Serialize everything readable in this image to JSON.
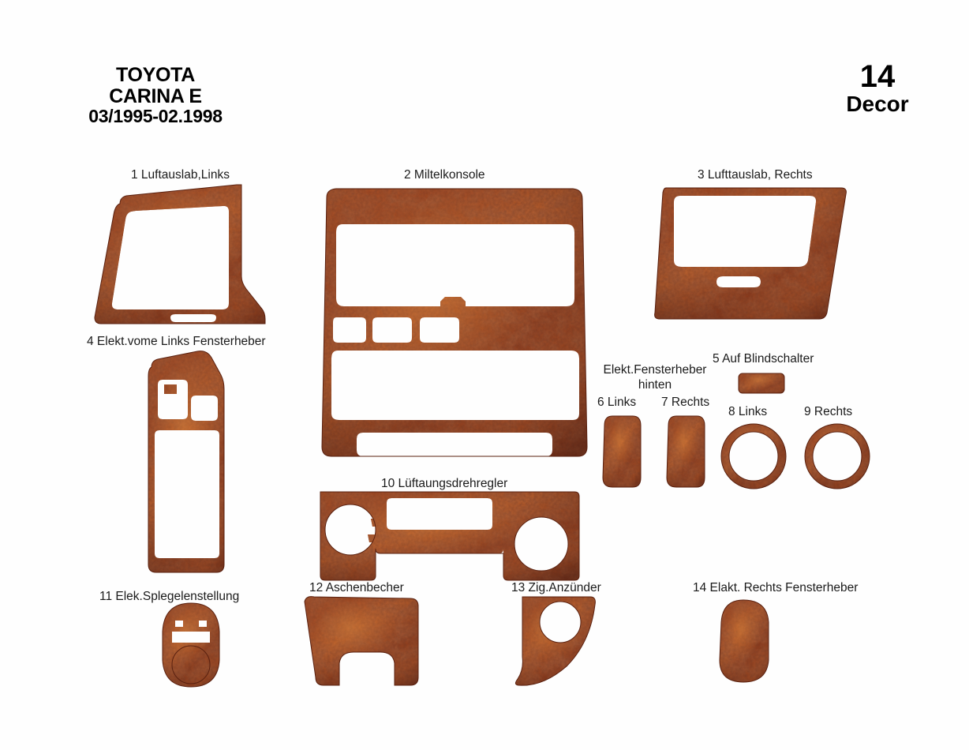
{
  "header": {
    "brand": "TOYOTA",
    "model": "CARINA E",
    "period": "03/1995-02.1998",
    "kit_count": "14",
    "kit_word": "Decor"
  },
  "colors": {
    "wood_dark": "#4e1a0e",
    "wood_mid": "#a8421c",
    "wood_light": "#d4702a",
    "wood_highlight": "#e08a3c",
    "outline": "#5a2110",
    "text": "#1a1a1a",
    "background": "#ffffff"
  },
  "group_labels": [
    {
      "id": "rear-window-group",
      "text_line1": "Elekt.Fensterheber",
      "text_line2": "hinten"
    }
  ],
  "parts": [
    {
      "num": "1",
      "name": "Luftauslab,Links"
    },
    {
      "num": "2",
      "name": "Miltelkonsole"
    },
    {
      "num": "3",
      "name": "Lufttauslab, Rechts"
    },
    {
      "num": "4",
      "name": "Elekt.vome Links Fensterheber"
    },
    {
      "num": "5",
      "name": "Auf Blindschalter"
    },
    {
      "num": "6",
      "name": "Links"
    },
    {
      "num": "7",
      "name": "Rechts"
    },
    {
      "num": "8",
      "name": "Links"
    },
    {
      "num": "9",
      "name": "Rechts"
    },
    {
      "num": "10",
      "name": "Lüftaungsdrehregler"
    },
    {
      "num": "11",
      "name": "Elek.Splegelenstellung"
    },
    {
      "num": "12",
      "name": "Aschenbecher"
    },
    {
      "num": "13",
      "name": "Zig.Anzünder"
    },
    {
      "num": "14",
      "name": "Elakt. Rechts Fensterheber"
    }
  ],
  "captions": {
    "p1": "1  Luftauslab,Links",
    "p2": "2  Miltelkonsole",
    "p3": "3  Lufttauslab, Rechts",
    "p4": "4  Elekt.vome Links Fensterheber",
    "p5": "5  Auf Blindschalter",
    "p6": "6 Links",
    "p7": "7 Rechts",
    "p8": "8  Links",
    "p9": "9  Rechts",
    "p10": "10   Lüftaungsdrehregler",
    "p11": "11  Elek.Splegelenstellung",
    "p12": "12 Aschenbecher",
    "p13": "13  Zig.Anzünder",
    "p14": "14  Elakt. Rechts Fensterheber"
  }
}
